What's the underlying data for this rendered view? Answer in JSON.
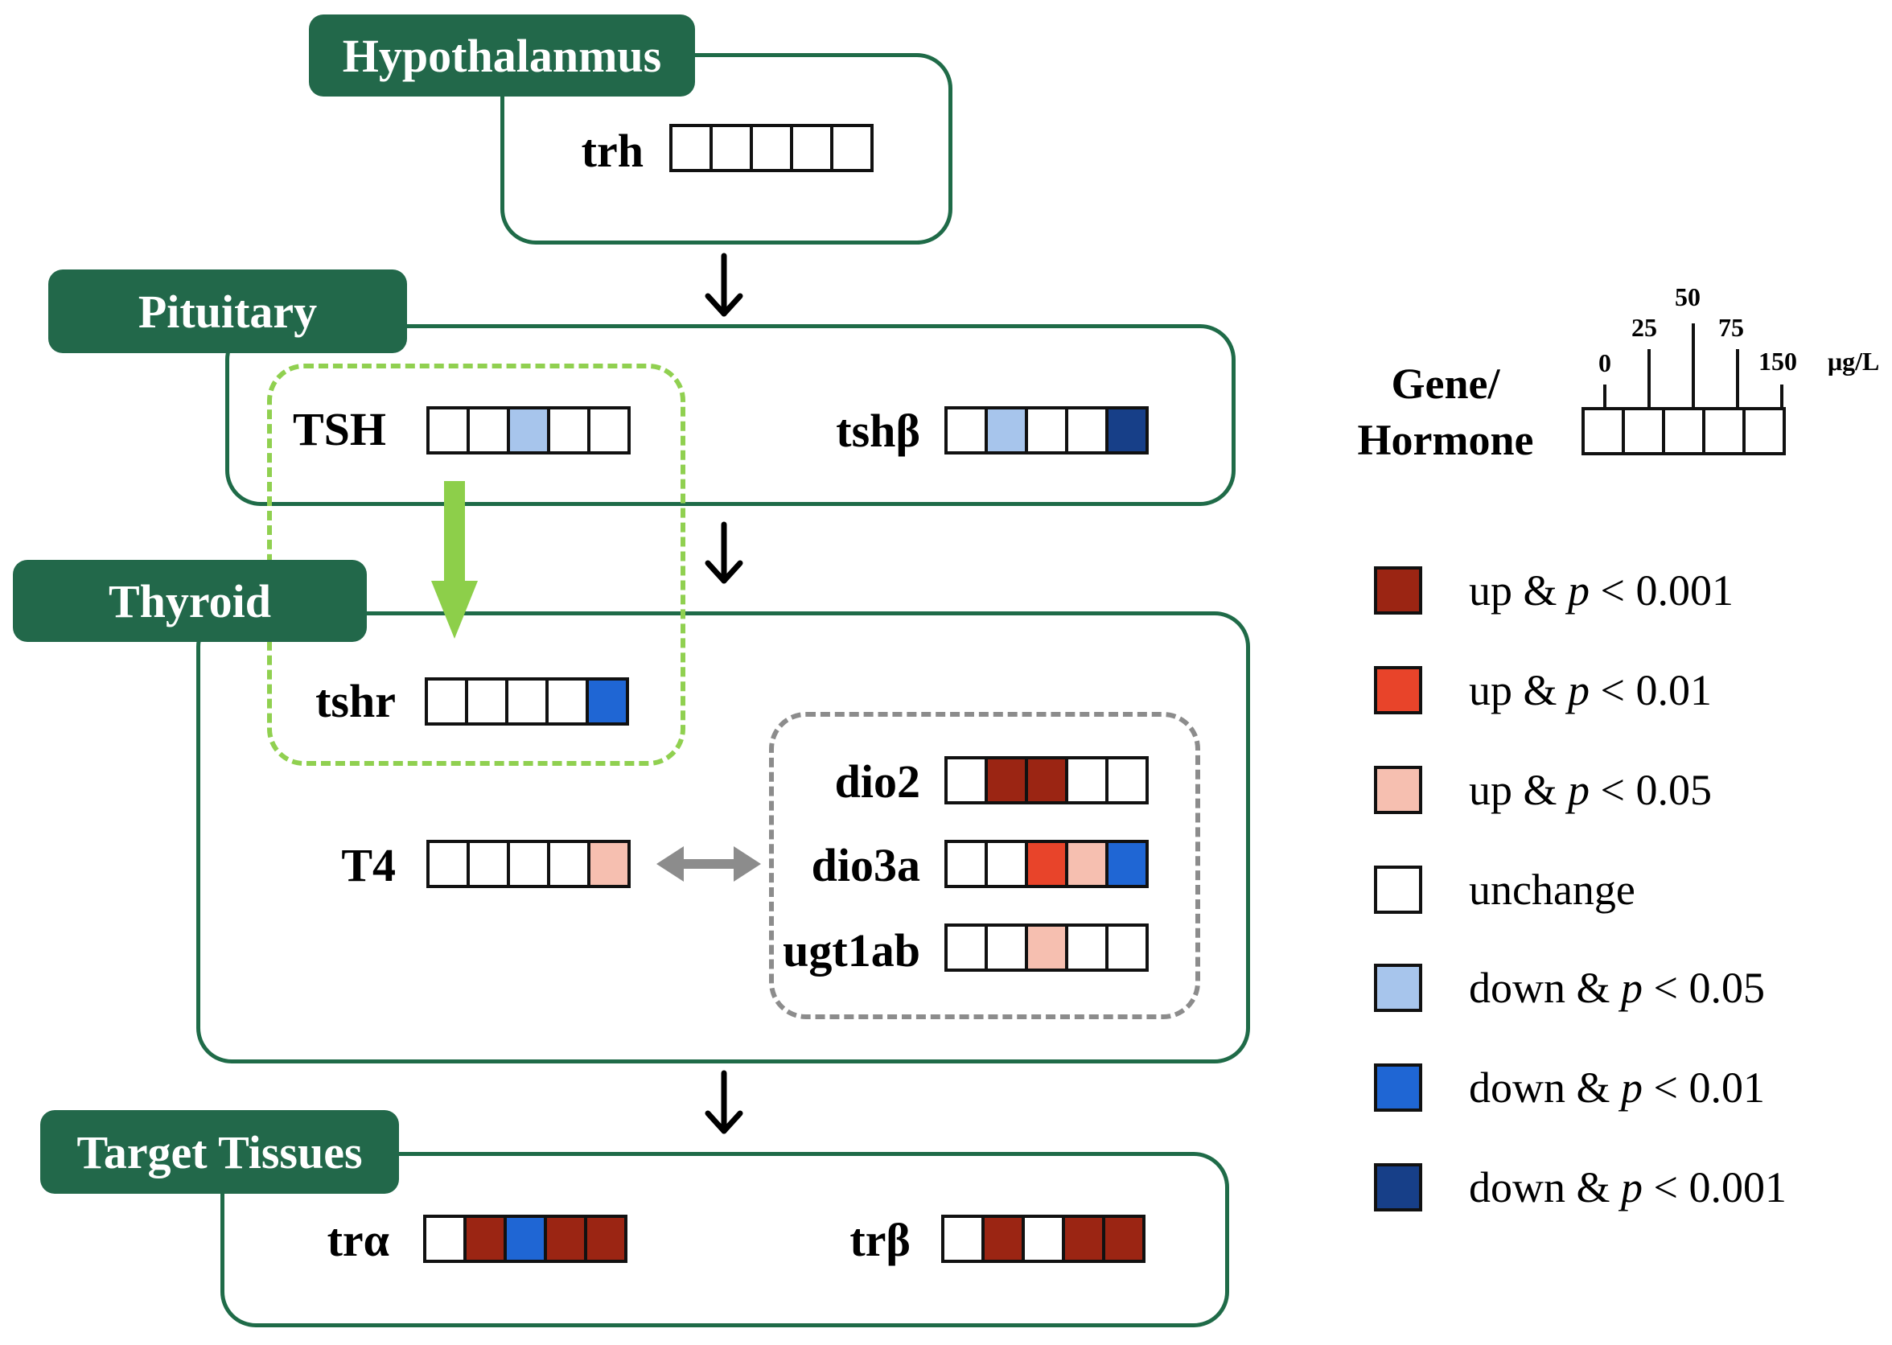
{
  "colors": {
    "region_border": "#1f6b48",
    "region_tab": "#22684a",
    "tsh_dash": "#90d050",
    "tsh_arrow": "#8dcf4a",
    "dio_dash": "#8c8c8c",
    "double_arrow": "#8c8c8c",
    "cell_states": {
      "up3": "#9b2513",
      "up2": "#e8442a",
      "up1": "#f6bfb0",
      "none": "#ffffff",
      "down1": "#a7c5ec",
      "down2": "#1f66d4",
      "down3": "#173f88"
    }
  },
  "regions": {
    "hypothalamus": "Hypothalanmus",
    "pituitary": "Pituitary",
    "thyroid": "Thyroid",
    "target": "Target Tissues"
  },
  "genes": {
    "trh": {
      "label": "trh",
      "cells": [
        "none",
        "none",
        "none",
        "none",
        "none"
      ]
    },
    "tsh": {
      "label": "TSH",
      "cells": [
        "none",
        "none",
        "down1",
        "none",
        "none"
      ]
    },
    "tshb": {
      "label": "tshβ",
      "cells": [
        "none",
        "down1",
        "none",
        "none",
        "down3"
      ]
    },
    "tshr": {
      "label": "tshr",
      "cells": [
        "none",
        "none",
        "none",
        "none",
        "down2"
      ]
    },
    "dio2": {
      "label": "dio2",
      "cells": [
        "none",
        "up3",
        "up3",
        "none",
        "none"
      ]
    },
    "t4": {
      "label": "T4",
      "cells": [
        "none",
        "none",
        "none",
        "none",
        "up1"
      ]
    },
    "dio3a": {
      "label": "dio3a",
      "cells": [
        "none",
        "none",
        "up2",
        "up1",
        "down2"
      ]
    },
    "ugt1ab": {
      "label": "ugt1ab",
      "cells": [
        "none",
        "none",
        "up1",
        "none",
        "none"
      ]
    },
    "tra": {
      "label": "trα",
      "cells": [
        "none",
        "up3",
        "down2",
        "up3",
        "up3"
      ]
    },
    "trb": {
      "label": "trβ",
      "cells": [
        "none",
        "up3",
        "none",
        "up3",
        "up3"
      ]
    }
  },
  "key": {
    "label_line1": "Gene/",
    "label_line2": "Hormone",
    "concentrations": [
      "0",
      "25",
      "50",
      "75",
      "150"
    ],
    "unit": "μg/L",
    "cells": [
      "none",
      "none",
      "none",
      "none",
      "none"
    ]
  },
  "legend": [
    {
      "state": "up3",
      "prefix": "up & ",
      "p": "p",
      "suffix": " < 0.001"
    },
    {
      "state": "up2",
      "prefix": "up & ",
      "p": "p",
      "suffix": " < 0.01"
    },
    {
      "state": "up1",
      "prefix": "up & ",
      "p": "p",
      "suffix": " < 0.05"
    },
    {
      "state": "none",
      "prefix": "unchange",
      "p": "",
      "suffix": ""
    },
    {
      "state": "down1",
      "prefix": "down & ",
      "p": "p",
      "suffix": " < 0.05"
    },
    {
      "state": "down2",
      "prefix": "down & ",
      "p": "p",
      "suffix": " < 0.01"
    },
    {
      "state": "down3",
      "prefix": "down & ",
      "p": "p",
      "suffix": " < 0.001"
    }
  ]
}
